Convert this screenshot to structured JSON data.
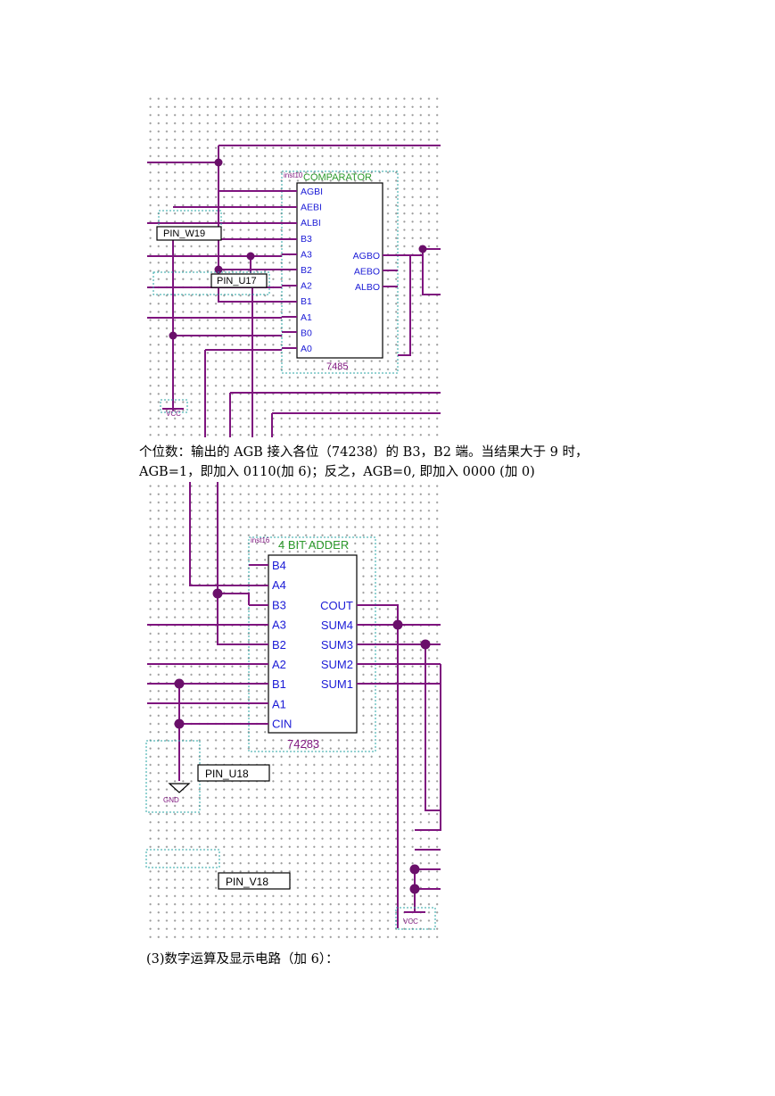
{
  "diagram1": {
    "inst_label": "inst10",
    "title": "COMPARATOR",
    "part": "7485",
    "inputs": [
      "AGBI",
      "AEBI",
      "ALBI",
      "B3",
      "A3",
      "B2",
      "A2",
      "B1",
      "A1",
      "B0",
      "A0"
    ],
    "outputs": [
      "AGBO",
      "AEBO",
      "ALBO"
    ],
    "pins": [
      "PIN_W19",
      "PIN_U17"
    ],
    "power_label": "VCC"
  },
  "caption1": {
    "line1": "个位数：输出的 AGB 接入各位（74238）的 B3，B2 端。当结果大于 9 时，",
    "line2": "AGB=1，即加入 0110(加 6)；反之，AGB=0, 即加入 0000 (加 0)"
  },
  "diagram2": {
    "inst_label": "inst16",
    "title": "4 BIT ADDER",
    "part": "74283",
    "inputs": [
      "B4",
      "A4",
      "B3",
      "A3",
      "B2",
      "A2",
      "B1",
      "A1",
      "CIN"
    ],
    "outputs": [
      "COUT",
      "SUM4",
      "SUM3",
      "SUM2",
      "SUM1"
    ],
    "pins": [
      "PIN_U18",
      "PIN_V18"
    ],
    "ground_label": "GND",
    "power_label": "VCC"
  },
  "caption2": {
    "text": "(3)数字运算及显示电路（加 6）："
  }
}
